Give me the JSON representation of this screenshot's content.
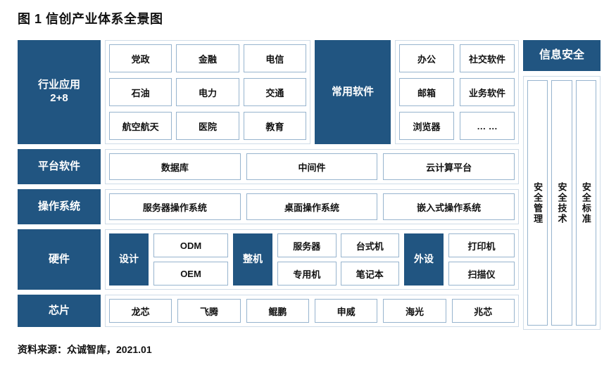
{
  "figure": {
    "title": "图 1 信创产业体系全景图",
    "source": "资料来源：众诚智库，2021.01"
  },
  "colors": {
    "blue": "#215581",
    "cell_border": "#97b4ce",
    "panel_border": "#cfdce8",
    "text": "#111111",
    "white": "#ffffff"
  },
  "layers": {
    "industry": {
      "label": "行业应用\n2+8",
      "label_line1": "行业应用",
      "label_line2": "2+8",
      "items": [
        [
          "党政",
          "金融",
          "电信"
        ],
        [
          "石油",
          "电力",
          "交通"
        ],
        [
          "航空航天",
          "医院",
          "教育"
        ]
      ]
    },
    "common_software": {
      "label": "常用软件",
      "items": [
        [
          "办公",
          "社交软件"
        ],
        [
          "邮箱",
          "业务软件"
        ],
        [
          "浏览器",
          "… …"
        ]
      ]
    },
    "platform_software": {
      "label": "平台软件",
      "items": [
        "数据库",
        "中间件",
        "云计算平台"
      ]
    },
    "operating_system": {
      "label": "操作系统",
      "items": [
        "服务器操作系统",
        "桌面操作系统",
        "嵌入式操作系统"
      ]
    },
    "hardware": {
      "label": "硬件",
      "groups": [
        {
          "label": "设计",
          "items": [
            [
              "ODM"
            ],
            [
              "OEM"
            ]
          ]
        },
        {
          "label": "整机",
          "items": [
            [
              "服务器",
              "台式机"
            ],
            [
              "专用机",
              "笔记本"
            ]
          ]
        },
        {
          "label": "外设",
          "items": [
            [
              "打印机"
            ],
            [
              "扫描仪"
            ]
          ]
        }
      ]
    },
    "chip": {
      "label": "芯片",
      "items": [
        "龙芯",
        "飞腾",
        "鲲鹏",
        "申威",
        "海光",
        "兆芯"
      ]
    },
    "information_security": {
      "label": "信息安全",
      "columns": [
        "安全管理",
        "安全技术",
        "安全标准"
      ]
    }
  }
}
